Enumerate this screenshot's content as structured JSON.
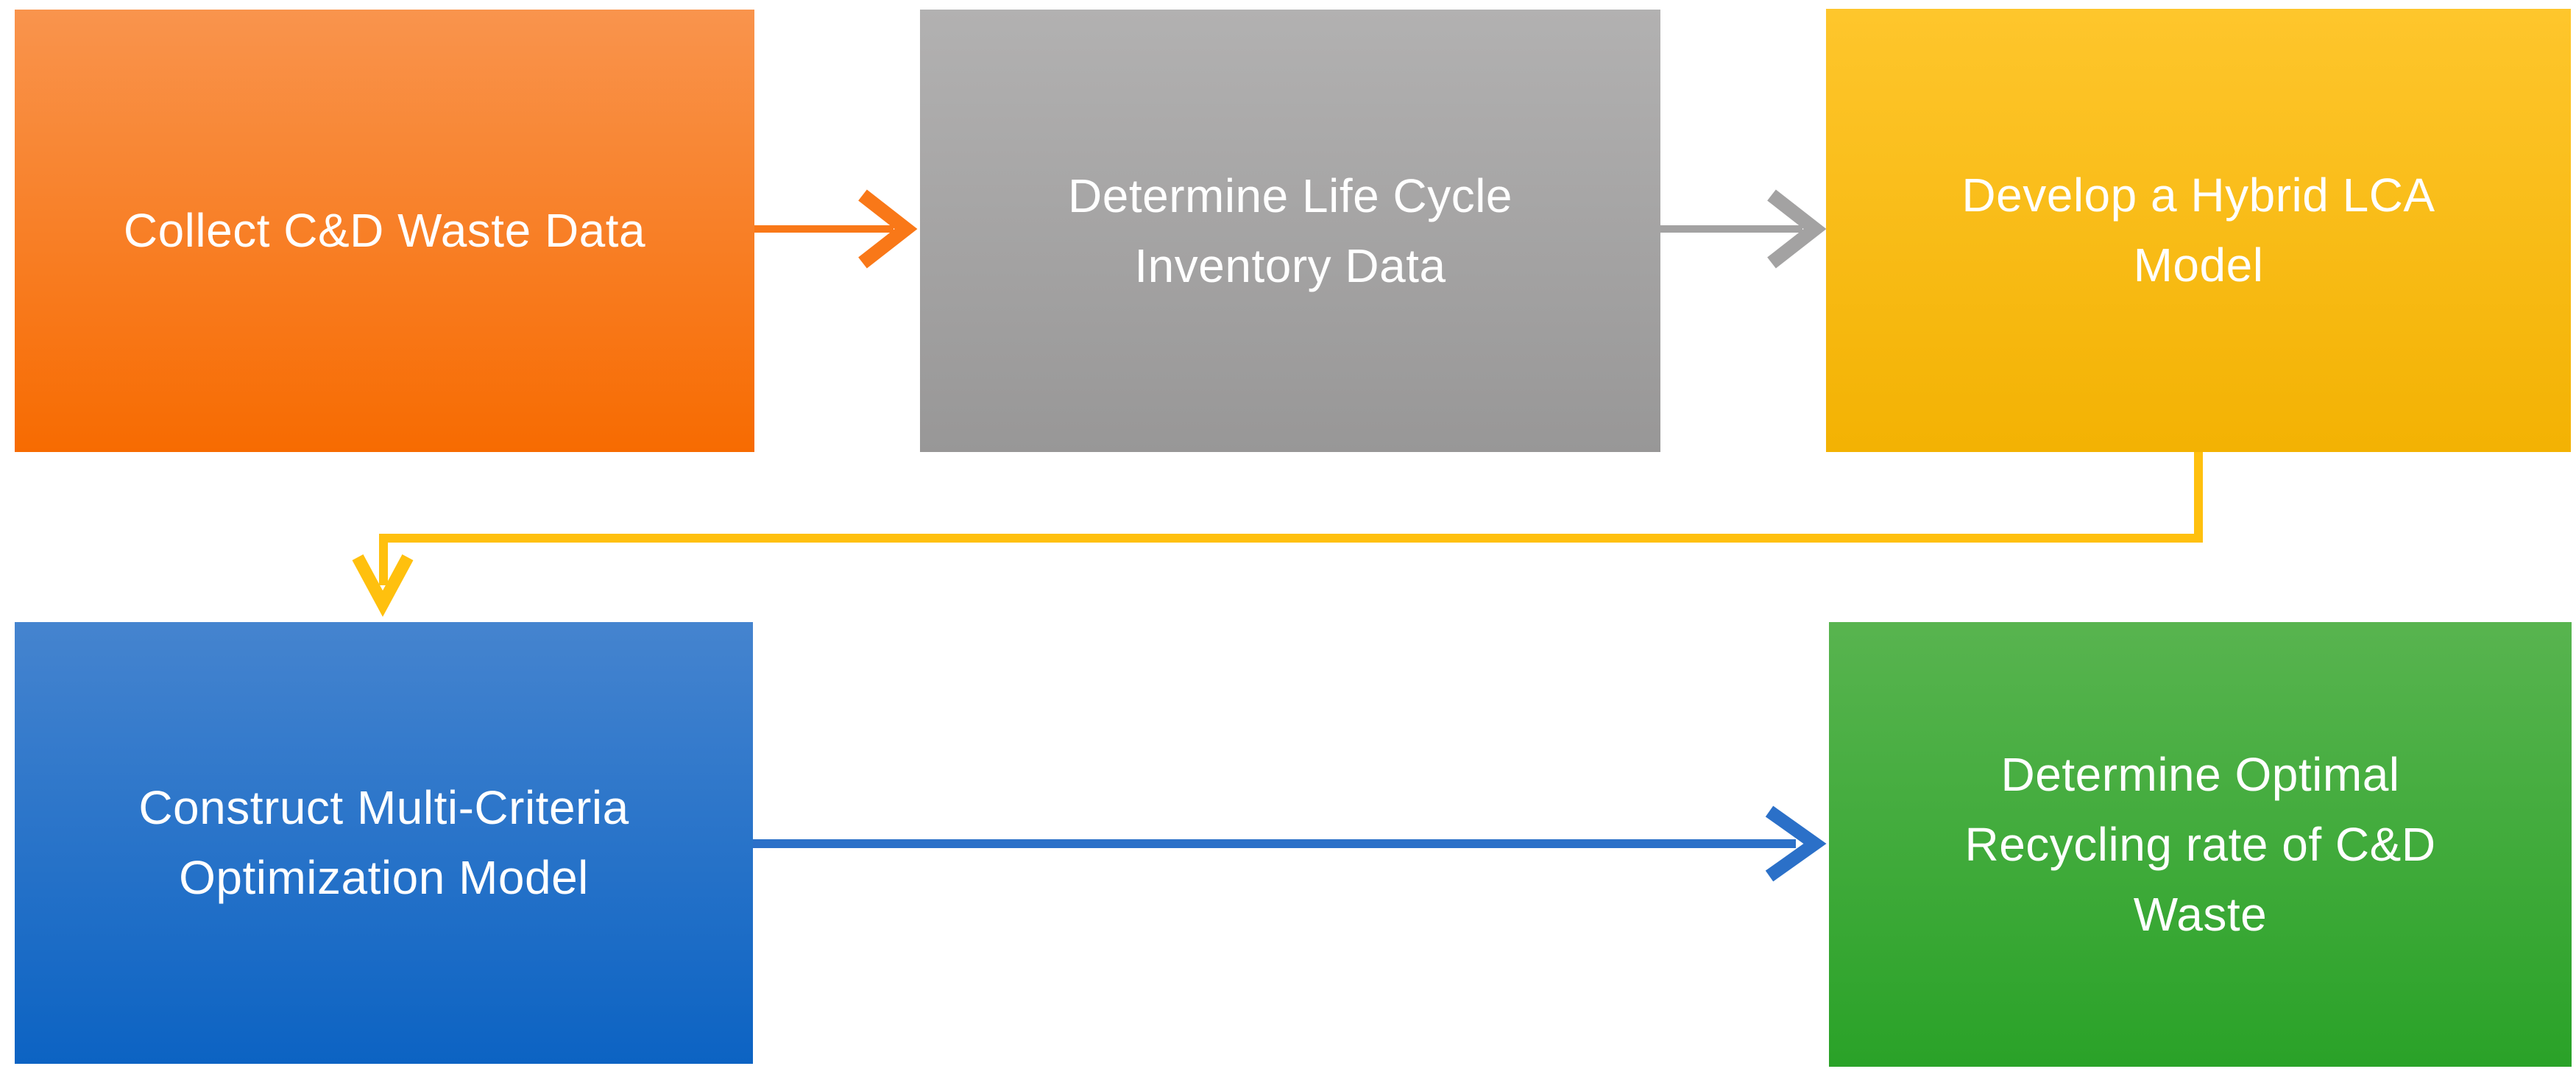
{
  "flowchart": {
    "background_color": "#FFFFFF",
    "text_color": "#FFFFFF",
    "steps": [
      {
        "id": "collect-waste-data",
        "label": "Collect C&D Waste Data",
        "color_top": "#F9944D",
        "color_bottom": "#F76B01"
      },
      {
        "id": "determine-lci-data",
        "label": "Determine Life Cycle\nInventory Data",
        "color_top": "#B2B1B1",
        "color_bottom": "#989797"
      },
      {
        "id": "develop-hybrid-lca",
        "label": "Develop a Hybrid LCA\nModel",
        "color_top": "#FEC62C",
        "color_bottom": "#F3B203"
      },
      {
        "id": "construct-optimization-model",
        "label": "Construct Multi-Criteria\nOptimization Model",
        "color_top": "#4584CF",
        "color_bottom": "#0C63C3"
      },
      {
        "id": "determine-optimal-recycling",
        "label": "Determine Optimal\nRecycling rate of C&D\nWaste",
        "color_top": "#58B44F",
        "color_bottom": "#2AA228"
      }
    ],
    "connectors": [
      {
        "from": "collect-waste-data",
        "to": "determine-lci-data",
        "color": "#F97818"
      },
      {
        "from": "determine-lci-data",
        "to": "develop-hybrid-lca",
        "color": "#A3A2A2"
      },
      {
        "from": "develop-hybrid-lca",
        "to": "construct-optimization-model",
        "color": "#FFC00E"
      },
      {
        "from": "construct-optimization-model",
        "to": "determine-optimal-recycling",
        "color": "#2B70C8"
      }
    ]
  }
}
